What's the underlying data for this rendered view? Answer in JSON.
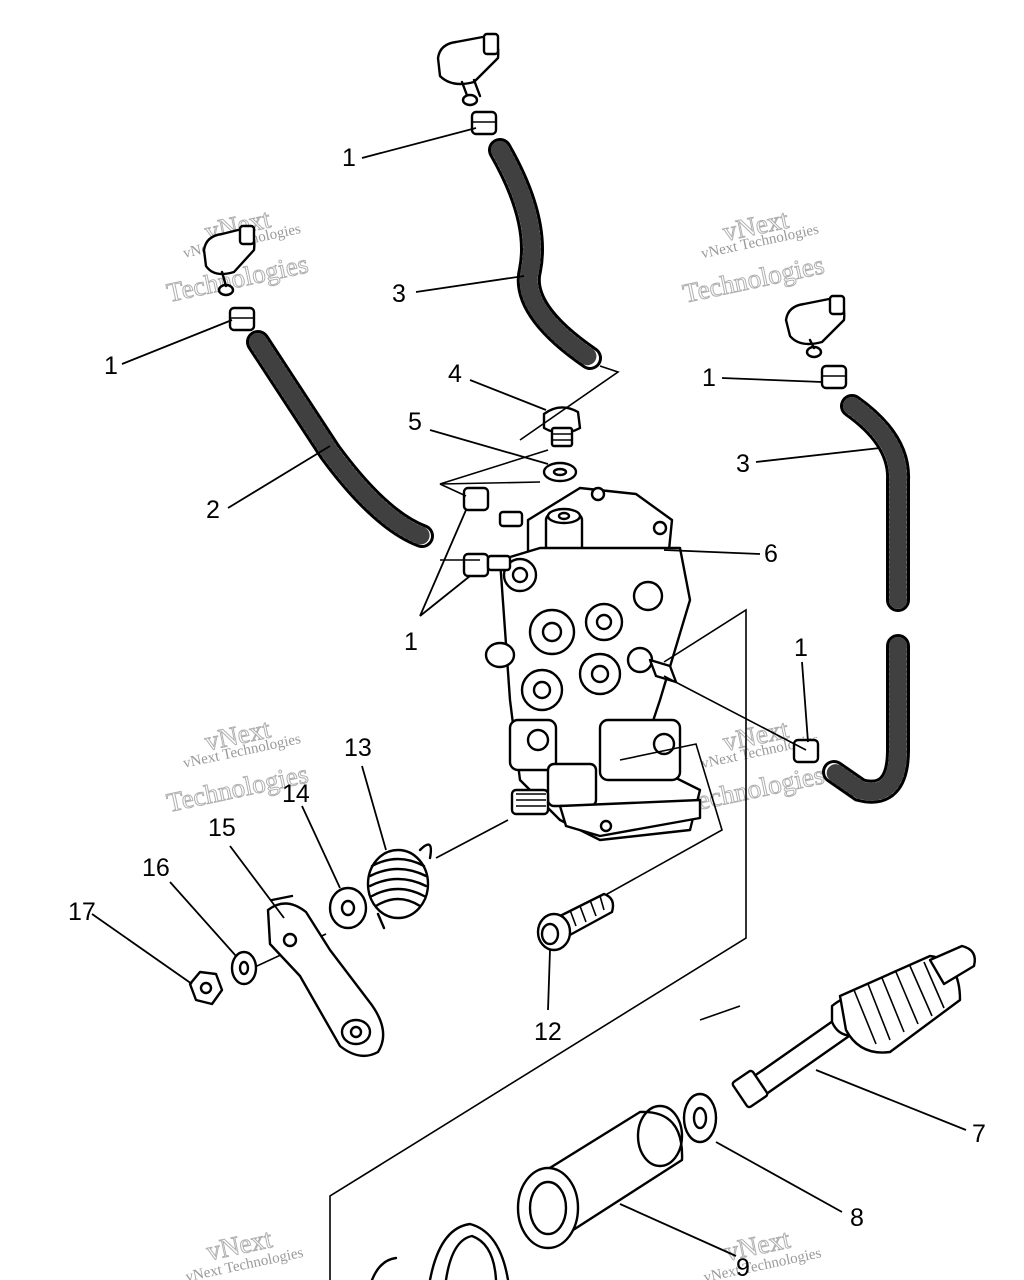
{
  "diagram": {
    "callouts": [
      "1",
      "1",
      "1",
      "1",
      "1",
      "2",
      "3",
      "3",
      "4",
      "5",
      "6",
      "7",
      "8",
      "9",
      "12",
      "13",
      "14",
      "15",
      "16",
      "17"
    ],
    "watermark": {
      "small": "vNext Technologies",
      "big_line1": "vNext",
      "big_line2": "Technologies"
    }
  }
}
